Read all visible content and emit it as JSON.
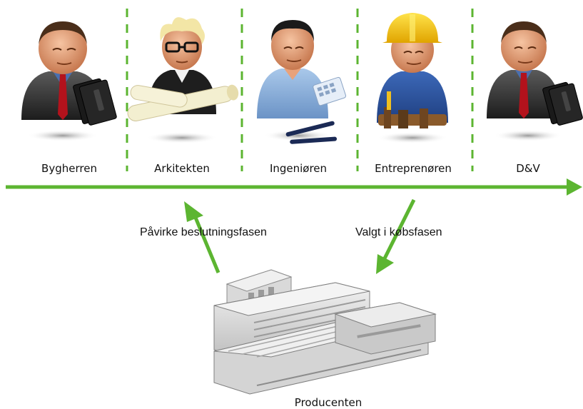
{
  "roles": [
    {
      "label": "Bygherren",
      "icon": "businessman-icon"
    },
    {
      "label": "Arkitekten",
      "icon": "architect-icon"
    },
    {
      "label": "Ingeniøren",
      "icon": "engineer-icon"
    },
    {
      "label": "Entreprenøren",
      "icon": "builder-icon"
    },
    {
      "label": "D&V",
      "icon": "businessman-icon"
    }
  ],
  "arrows": {
    "influence_label": "Påvirke beslutningsfasen",
    "selected_label": "Valgt i købsfasen"
  },
  "producer": {
    "label": "Producenten",
    "icon": "factory-icon"
  },
  "colors": {
    "accent_green": "#5cb531",
    "suit": "#2e2e2e",
    "skin": "#e9a27a",
    "tie": "#b3121c",
    "helmet": "#f5c400",
    "engineer_shirt": "#8fb5df"
  }
}
